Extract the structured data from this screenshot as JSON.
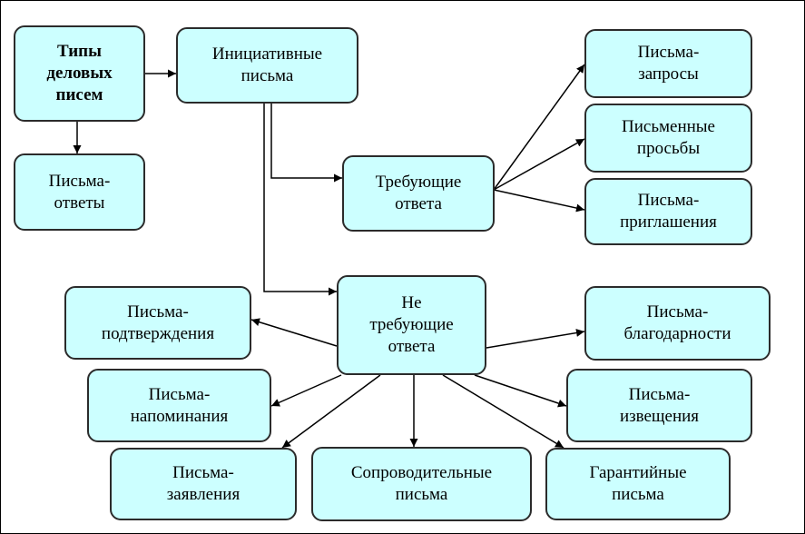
{
  "colors": {
    "node_fill": "#ccffff",
    "node_border": "#2b2b2b",
    "edge": "#000000"
  },
  "nodes": {
    "types": "Типы\nделовых\nписем",
    "initiative": "Инициативные\nписьма",
    "answers": "Письма-\nответы",
    "requiring": "Требующие\nответа",
    "requests": "Письма-\nзапросы",
    "pleas": "Письменные\nпросьбы",
    "invitations": "Письма-\nприглашения",
    "not_requiring": "Не\nтребующие\nответа",
    "confirmations": "Письма-\nподтверждения",
    "thanks": "Письма-\nблагодарности",
    "reminders": "Письма-\nнапоминания",
    "notices": "Письма-\nизвещения",
    "statements": "Письма-\nзаявления",
    "cover": "Сопроводительные\nписьма",
    "guarantee": "Гарантийные\nписьма"
  }
}
